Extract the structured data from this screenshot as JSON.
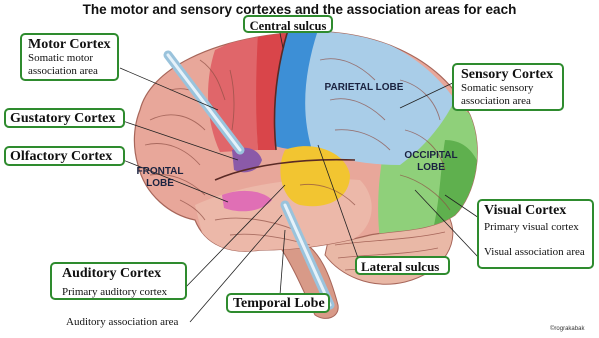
{
  "title": "The motor and sensory cortexes and the association areas for each",
  "labels": {
    "central_sulcus": "Central sulcus",
    "motor_cortex": {
      "heading": "Motor Cortex",
      "line1": "Somatic motor",
      "line2": "association area"
    },
    "gustatory_cortex": "Gustatory Cortex",
    "olfactory_cortex": "Olfactory Cortex",
    "sensory_cortex": {
      "heading": "Sensory Cortex",
      "line1": "Somatic sensory",
      "line2": "association area"
    },
    "visual_cortex": {
      "heading": "Visual Cortex",
      "line1": "Primary visual cortex"
    },
    "visual_association": "Visual association area",
    "lateral_sulcus": "Lateral sulcus",
    "auditory_cortex": {
      "heading": "Auditory Cortex",
      "line1": "Primary auditory cortex"
    },
    "auditory_association": "Auditory association area",
    "temporal_lobe": "Temporal Lobe"
  },
  "lobes": {
    "parietal": "PARIETAL LOBE",
    "frontal_1": "FRONTAL",
    "frontal_2": "LOBE",
    "occipital_1": "OCCIPITAL",
    "occipital_2": "LOBE"
  },
  "copyright": "©rograkabak",
  "colors": {
    "box_border": "#2e8b2e",
    "motor": "#d9454a",
    "sensory": "#3d8fd6",
    "sensory_assoc": "#a9cde8",
    "visual": "#5fb04e",
    "visual_assoc": "#8fd07a",
    "auditory": "#f2c531",
    "frontal": "#e8a79a",
    "temporal": "#ecb8a9",
    "gustatory": "#8b5aa8",
    "olfactory": "#e06fb5",
    "cerebellum": "#e9b8a6",
    "brainstem": "#d89a88"
  }
}
